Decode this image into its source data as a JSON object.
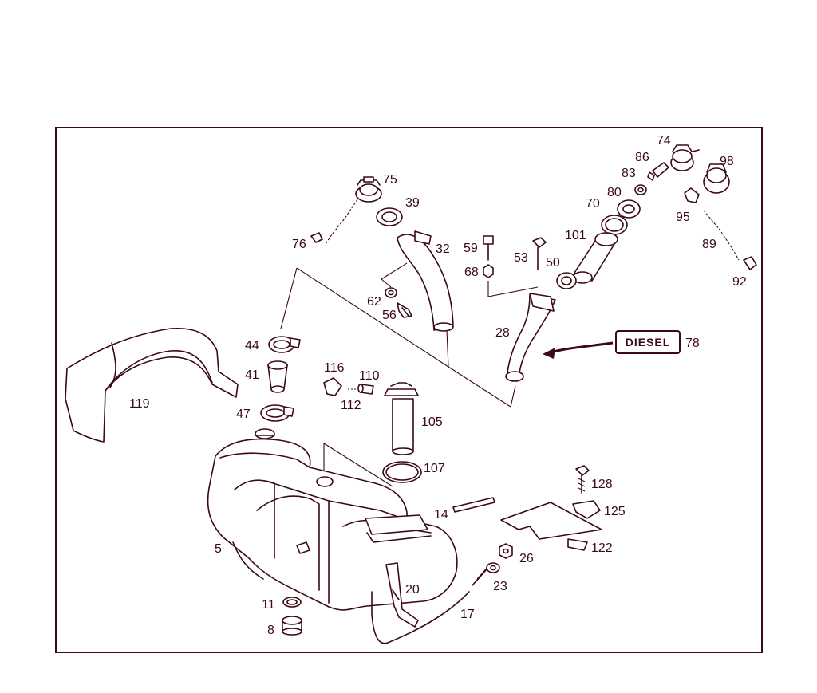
{
  "badge": {
    "text": "DIESEL"
  },
  "labels": {
    "74": "74",
    "86": "86",
    "98": "98",
    "83": "83",
    "80": "80",
    "70": "70",
    "95": "95",
    "75": "75",
    "39": "39",
    "101": "101",
    "89": "89",
    "76": "76",
    "32": "32",
    "59": "59",
    "53": "53",
    "50": "50",
    "68": "68",
    "92": "92",
    "62": "62",
    "56": "56",
    "28": "28",
    "78": "78",
    "44": "44",
    "116": "116",
    "110": "110",
    "41": "41",
    "119": "119",
    "112": "112",
    "47": "47",
    "105": "105",
    "107": "107",
    "128": "128",
    "14": "14",
    "125": "125",
    "5": "5",
    "122": "122",
    "26": "26",
    "23": "23",
    "20": "20",
    "11": "11",
    "17": "17",
    "8": "8"
  }
}
